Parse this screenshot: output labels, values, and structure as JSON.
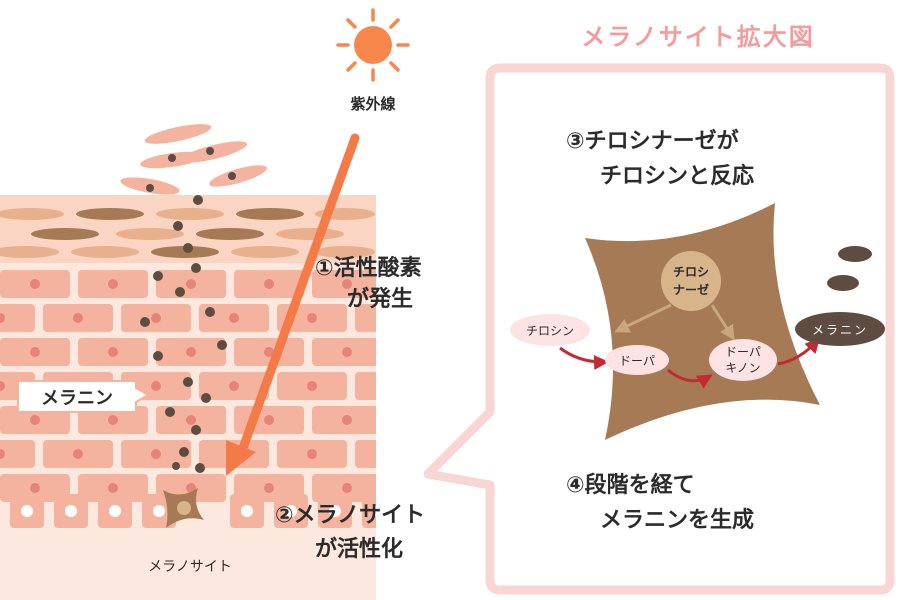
{
  "labels": {
    "uv": "紫外線",
    "melanin_tag": "メラニン",
    "melanocyte_caption": "メラノサイト",
    "step1_line1": "①活性酸素",
    "step1_line2": "が発生",
    "step2_line1": "②メラノサイト",
    "step2_line2": "が活性化",
    "zoom_title": "メラノサイト拡大図",
    "step3_line1": "③チロシナーゼが",
    "step3_line2": "チロシンと反応",
    "step4_line1": "④段階を経て",
    "step4_line2": "メラニンを生成"
  },
  "pathway": {
    "enzyme_line1": "チロシ",
    "enzyme_line2": "ナーゼ",
    "tyrosine": "チロシン",
    "dopa": "ドーパ",
    "dopaquinone_line1": "ドーパ",
    "dopaquinone_line2": "キノン",
    "melanin": "メラニン"
  },
  "colors": {
    "sun": "#f7874b",
    "uv_arrow": "#f47b48",
    "skin_cell": "#f4b39f",
    "cell_nucleus": "#e8837a",
    "melanocyte": "#a57a55",
    "melanin": "#5e4c40",
    "title_pink": "#f39c9c",
    "panel_border": "#f8d6d3",
    "pathway_arrow": "#c22b34",
    "enzyme": "#d7b48a"
  }
}
